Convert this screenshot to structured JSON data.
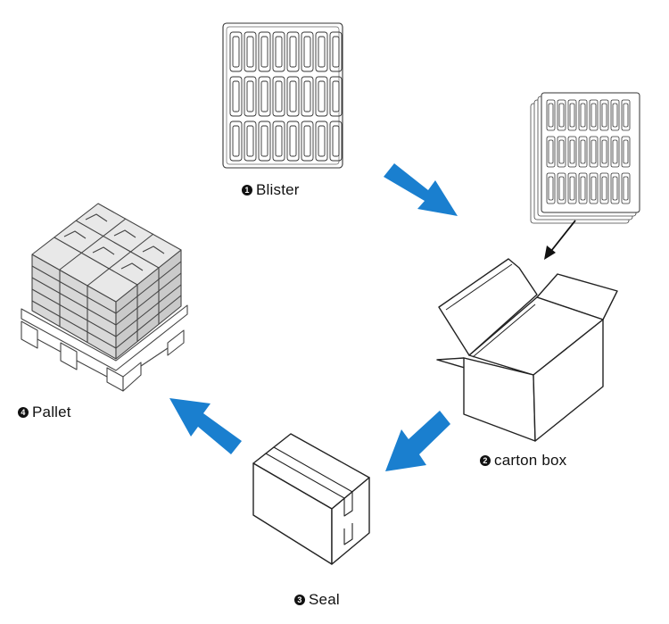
{
  "steps": [
    {
      "number": "1",
      "label": "Blister"
    },
    {
      "number": "2",
      "label": "carton box"
    },
    {
      "number": "3",
      "label": "Seal"
    },
    {
      "number": "4",
      "label": "Pallet"
    }
  ],
  "colors": {
    "arrow": "#1a7fcf",
    "line": "#222222",
    "box_fill": "#ffffff",
    "pallet_box_fill": "#dcdcdc",
    "pallet_box_top": "#e9e9e9"
  }
}
